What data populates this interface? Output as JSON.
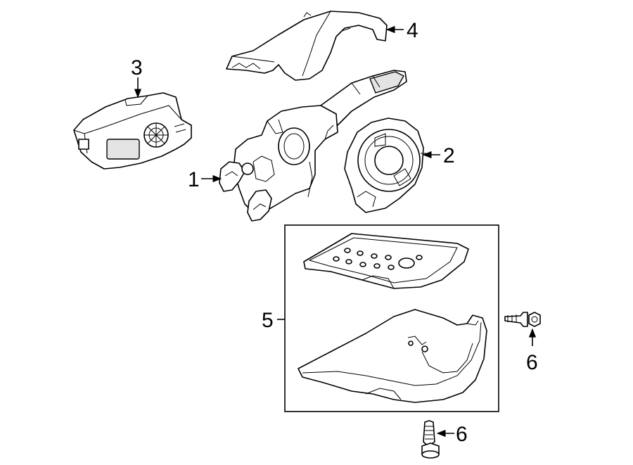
{
  "callouts": {
    "n1": "1",
    "n2": "2",
    "n3": "3",
    "n4": "4",
    "n5": "5",
    "n6a": "6",
    "n6b": "6"
  },
  "colors": {
    "line": "#000000",
    "fill": "#ffffff",
    "shade": "#e4e4e4"
  }
}
